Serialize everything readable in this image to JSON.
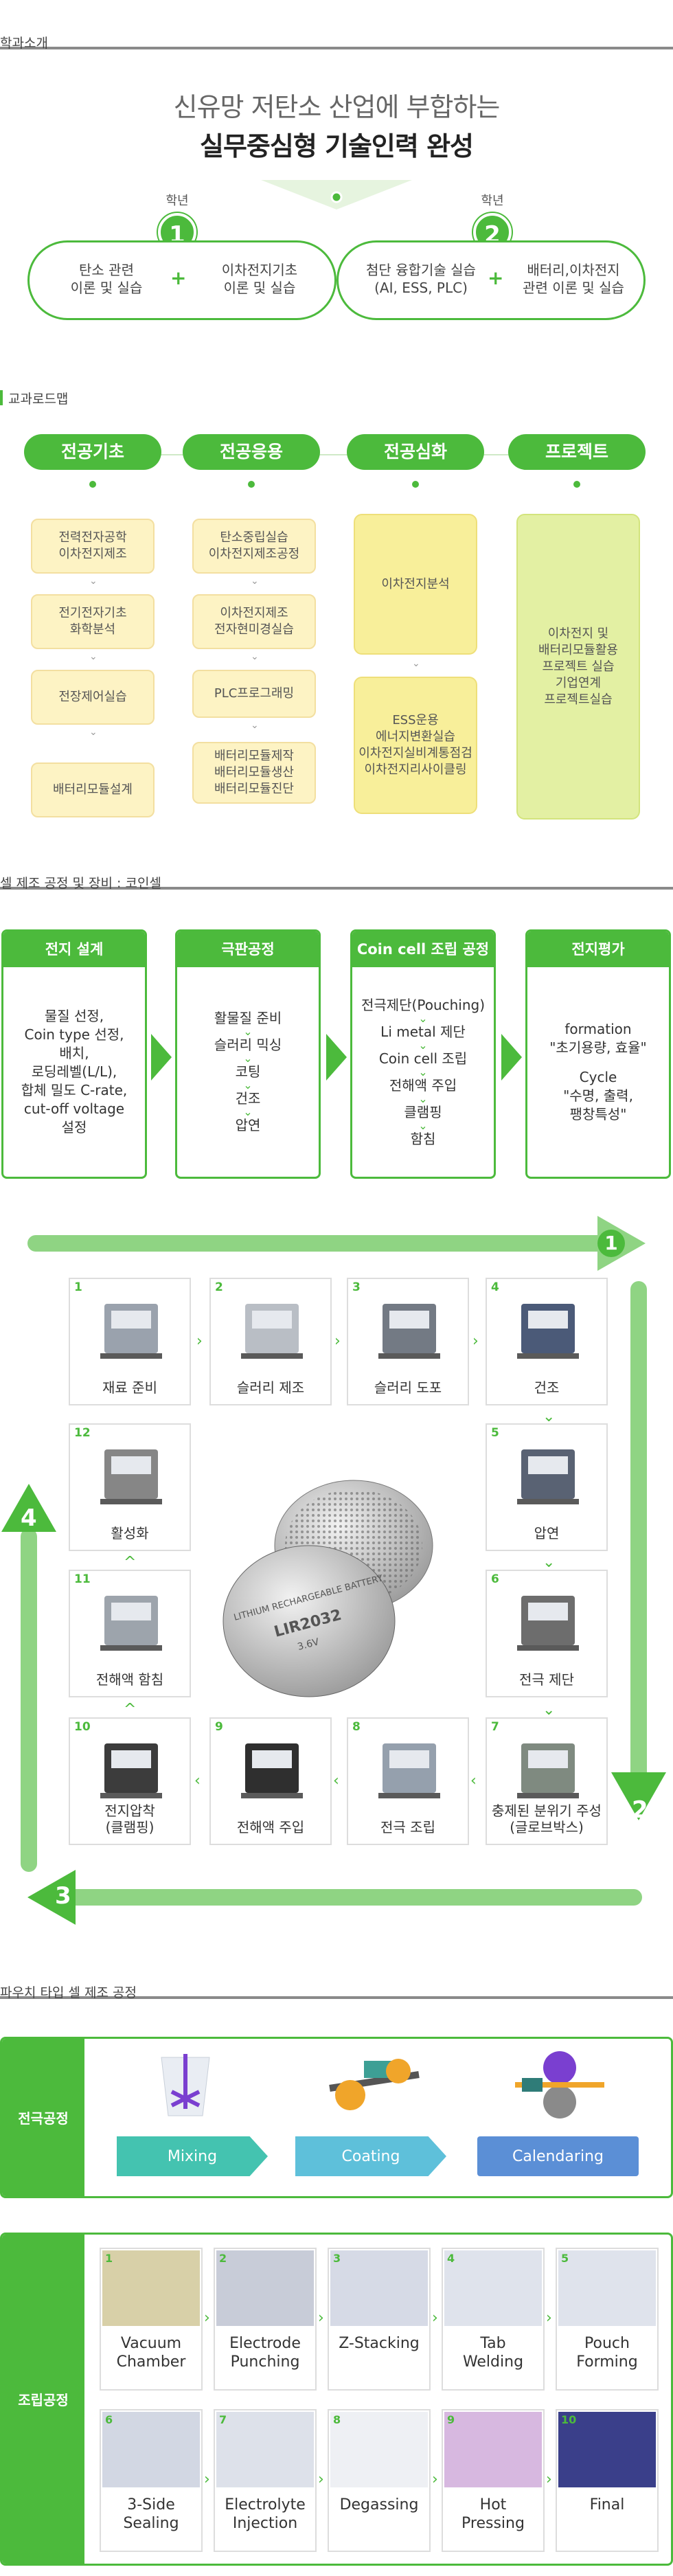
{
  "sections": {
    "intro": "학과소개",
    "roadmap": "교과로드맵",
    "coin": "셀 제조 공정 및 장비 : 코인셀",
    "pouch": "파우치 타입 셀 제조 공정"
  },
  "intro": {
    "line1": "신유망 저탄소 산업에 부합하는",
    "line2": "실무중심형 기술인력 완성",
    "years": [
      {
        "label": "학년",
        "num": "1",
        "items": [
          "탄소 관련\n이론 및 실습",
          "이차전지기초\n이론 및 실습"
        ]
      },
      {
        "label": "학년",
        "num": "2",
        "items": [
          "첨단 융합기술 실습\n(AI, ESS, PLC)",
          "배터리,이차전지\n관련 이론 및 실습"
        ]
      }
    ],
    "plus": "+"
  },
  "roadmap": {
    "heads": [
      "전공기초",
      "전공응용",
      "전공심화",
      "프로젝트"
    ],
    "col1": [
      "전력전자공학\n이차전지제조",
      "전기전자기초\n화학분석",
      "전장제어실습",
      "배터리모듈설계"
    ],
    "col2": [
      "탄소중립실습\n이차전지제조공정",
      "이차전지제조\n전자현미경실습",
      "PLC프로그래밍",
      "배터리모듈제작\n배터리모듈생산\n배터리모듈진단"
    ],
    "col3": [
      "이차전지분석",
      "ESS운용\n에너지변환실습\n이차전지실비계통점검\n이차전지리사이클링"
    ],
    "col4": [
      "이차전지 및\n배터리모듈활용\n프로젝트 실습\n기업연계\n프로젝트실습"
    ],
    "chev": "⌄"
  },
  "process": [
    {
      "title": "전지 설계",
      "steps": [
        "물질 선정,",
        "Coin type 선정,",
        "배치,",
        "로딩레벨(L/L),",
        "합체 밀도 C-rate,",
        "cut-off voltage",
        "설정"
      ],
      "chevrons": false
    },
    {
      "title": "극판공정",
      "steps": [
        "활물질 준비",
        "슬러리 믹싱",
        "코팅",
        "건조",
        "압연"
      ],
      "chevrons": true
    },
    {
      "title": "Coin cell 조립 공정",
      "steps": [
        "전극제단(Pouching)",
        "Li metal 제단",
        "Coin cell 조립",
        "전해액 주입",
        "클램핑",
        "함침"
      ],
      "chevrons": true
    },
    {
      "title": "전지평가",
      "steps": [
        "formation",
        "\"초기용량, 효율\"",
        "",
        "Cycle",
        "\"수명, 출력,",
        "팽창특성\""
      ],
      "chevrons": false
    }
  ],
  "coin": {
    "tiles": [
      {
        "n": "1",
        "label": "재료 준비"
      },
      {
        "n": "2",
        "label": "슬러리 제조"
      },
      {
        "n": "3",
        "label": "슬러리 도포"
      },
      {
        "n": "4",
        "label": "건조"
      },
      {
        "n": "5",
        "label": "압연"
      },
      {
        "n": "6",
        "label": "전극 제단"
      },
      {
        "n": "7",
        "label": "충제된 분위기 주성\n(글로브박스)"
      },
      {
        "n": "8",
        "label": "전극 조립"
      },
      {
        "n": "9",
        "label": "전해액 주입"
      },
      {
        "n": "10",
        "label": "전지압착\n(클램핑)"
      },
      {
        "n": "11",
        "label": "전해액 함침"
      },
      {
        "n": "12",
        "label": "활성화"
      }
    ],
    "arrows": [
      "1",
      "2",
      "3",
      "4"
    ],
    "coin_text1": "LITHIUM RECHARGEABLE BATTERY",
    "coin_text2": "LIR2032",
    "coin_text3": "3.6V"
  },
  "pouch": {
    "electrode_label": "전극공정",
    "assembly_label": "조립공정",
    "electrode_steps": [
      "Mixing",
      "Coating",
      "Calendaring"
    ],
    "assembly": [
      {
        "n": "1",
        "label": "Vacuum\nChamber"
      },
      {
        "n": "2",
        "label": "Electrode\nPunching"
      },
      {
        "n": "3",
        "label": "Z-Stacking"
      },
      {
        "n": "4",
        "label": "Tab\nWelding"
      },
      {
        "n": "5",
        "label": "Pouch\nForming"
      },
      {
        "n": "6",
        "label": "3-Side\nSealing"
      },
      {
        "n": "7",
        "label": "Electrolyte\nInjection"
      },
      {
        "n": "8",
        "label": "Degassing"
      },
      {
        "n": "9",
        "label": "Hot\nPressing"
      },
      {
        "n": "10",
        "label": "Final"
      }
    ]
  },
  "colors": {
    "accent": "#4cba3c",
    "accent_light": "#8fd483",
    "roadmap_box": "#fdf3c4",
    "teal": "#3fbfad",
    "blue": "#5b8fd6"
  }
}
